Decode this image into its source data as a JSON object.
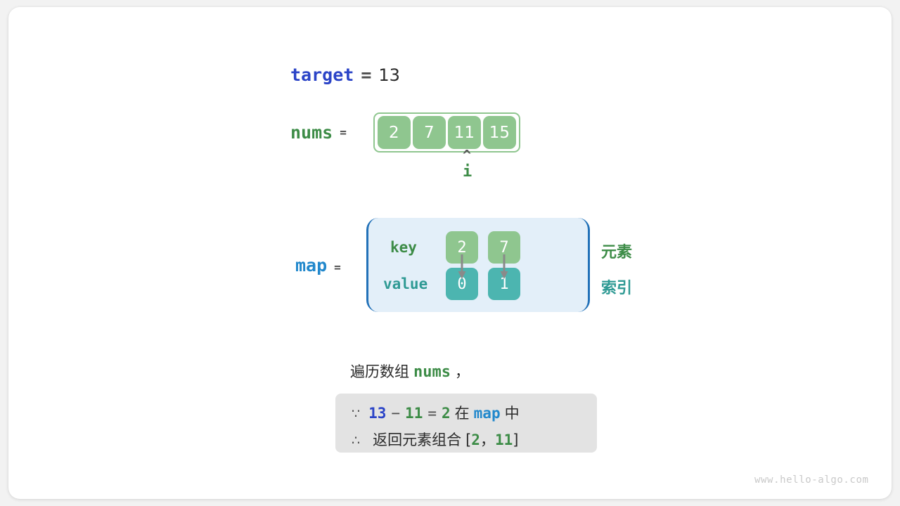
{
  "target": {
    "name": "target",
    "eq": "=",
    "value": "13"
  },
  "nums": {
    "name": "nums",
    "eq": "=",
    "cells": [
      "2",
      "7",
      "11",
      "15"
    ],
    "pointer": {
      "caret": "^",
      "label": "i",
      "index": 2
    }
  },
  "map": {
    "name": "map",
    "eq": "=",
    "row_labels": {
      "key": "key",
      "value": "value"
    },
    "entries": [
      {
        "key": "2",
        "value": "0"
      },
      {
        "key": "7",
        "value": "1"
      }
    ],
    "side_labels": {
      "element": "元素",
      "index": "索引"
    }
  },
  "caption": {
    "prefix": "遍历数组",
    "code": "nums",
    "suffix": "，"
  },
  "conclusion": {
    "line1": {
      "symbol": "∵",
      "a": "13",
      "minus": "−",
      "b": "11",
      "equals": "=",
      "result": "2",
      "in_word": "在",
      "map_name": "map",
      "tail": "中"
    },
    "line2": {
      "symbol": "∴",
      "text": "返回元素组合",
      "open": "[",
      "first": "2",
      "comma": "，",
      "second": "11",
      "close": "]"
    }
  },
  "watermark": "www.hello-algo.com",
  "colors": {
    "array_green": "#8fc68f",
    "value_teal": "#4cb5b0",
    "map_bg": "#e3eff9",
    "map_border": "#2271b8",
    "target_blue": "#2b44c7",
    "map_blue": "#2288cc",
    "nums_green": "#3d8c47",
    "index_teal": "#2f9a94",
    "box_gray": "#e3e3e3"
  }
}
